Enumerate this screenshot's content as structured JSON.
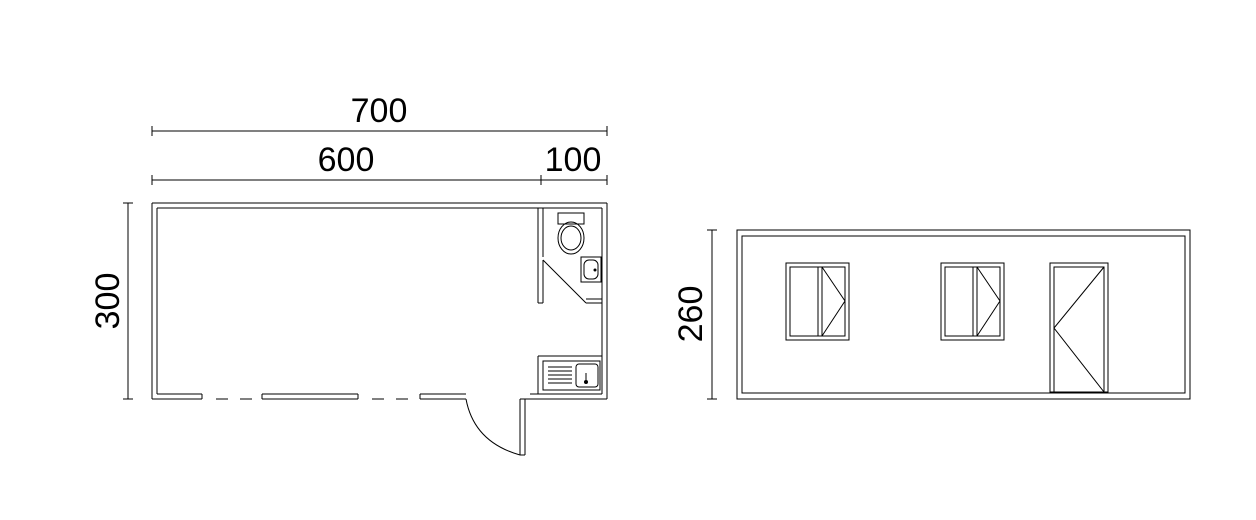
{
  "dimensions": {
    "total_length": "700",
    "main_room_length": "600",
    "bathroom_length": "100",
    "plan_width": "300",
    "elevation_height": "260"
  }
}
